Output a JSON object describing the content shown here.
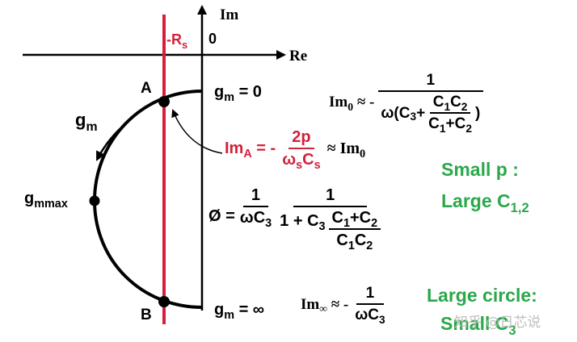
{
  "axes": {
    "im_label": "Im",
    "re_label": "Re",
    "origin_label": "0",
    "rs_label_prefix": "-R",
    "rs_label_sub": "s"
  },
  "points": {
    "a_label": "A",
    "b_label": "B",
    "gmmax_base": "g",
    "gmmax_sub": "mmax",
    "gm_arrow_base": "g",
    "gm_arrow_sub": "m"
  },
  "eq_gm0": {
    "base": "g",
    "sub": "m",
    "rest": " = 0"
  },
  "eq_gminf": {
    "base": "g",
    "sub": "m",
    "rest": " = ∞"
  },
  "eq_im0": {
    "lhs_base": "Im",
    "lhs_sub": "0",
    "approx": " ≈ -",
    "numerator": "1",
    "den_prefix": "ω(C",
    "den_prefix_sub": "3",
    "den_plus": " + ",
    "inner_num_c1": "C",
    "inner_num_c1_sub": "1",
    "inner_num_c2": "C",
    "inner_num_c2_sub": "2",
    "inner_den_c1": "C",
    "inner_den_c1_sub": "1",
    "inner_den_plus": "+C",
    "inner_den_c2_sub": "2",
    "den_close": ")"
  },
  "eq_imA": {
    "lhs_base": "Im",
    "lhs_sub": "A",
    "eq": " = -",
    "numerator": "2p",
    "den_w": "ω",
    "den_w_sub": "s",
    "den_c": "C",
    "den_c_sub": "s",
    "rhs": "≈ Im",
    "rhs_sub": "0"
  },
  "eq_phi": {
    "lhs": "Ø = ",
    "f1_num": "1",
    "f1_den": "ωC",
    "f1_den_sub": "3",
    "f2_num": "1",
    "f2_den_prefix": "1 + C",
    "f2_den_prefix_sub": "3",
    "inner_num_c1": "C",
    "inner_num_c1_sub": "1",
    "inner_num_plus": "+C",
    "inner_num_c2_sub": "2",
    "inner_den_c1": "C",
    "inner_den_c1_sub": "1",
    "inner_den_c2": "C",
    "inner_den_c2_sub": "2"
  },
  "eq_iminf": {
    "lhs_base": "Im",
    "lhs_sub": "∞",
    "approx": " ≈ -",
    "numerator": "1",
    "den": "ωC",
    "den_sub": "3"
  },
  "notes": {
    "small_p_line1": "Small p :",
    "small_p_line2": "Large C",
    "small_p_line2_sub": "1,2",
    "large_circle_line1": "Large circle:",
    "large_circle_line2": "Small C",
    "large_circle_line2_sub": "3"
  },
  "watermark": "知乎 @日芯说",
  "colors": {
    "black": "#000000",
    "red": "#d3213c",
    "green": "#2aa84a",
    "gray_watermark": "#bfbfbf"
  }
}
